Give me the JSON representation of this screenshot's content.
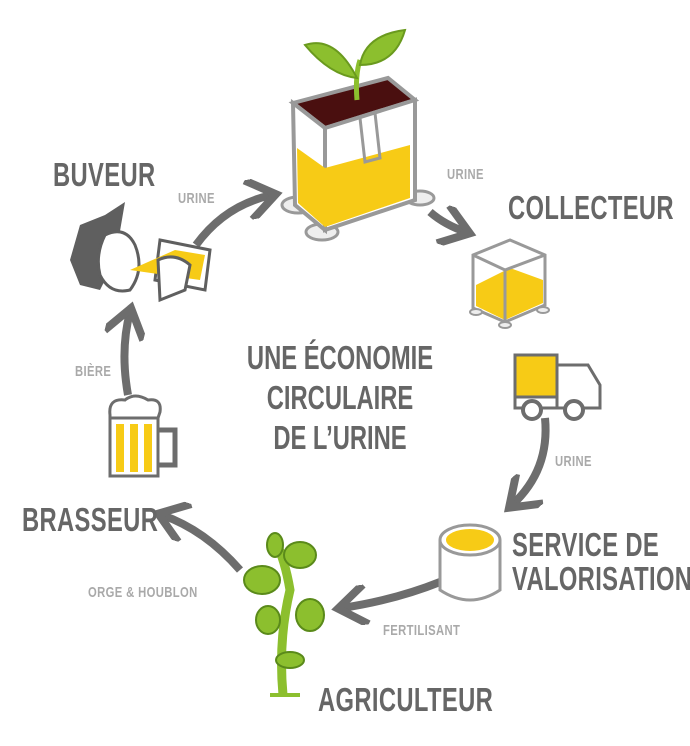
{
  "title": [
    "UNE ÉCONOMIE",
    "CIRCULAIRE",
    "DE L’URINE"
  ],
  "nodes": {
    "buveur": "BUVEUR",
    "collecteur": "COLLECTEUR",
    "service": [
      "SERVICE DE",
      "VALORISATION"
    ],
    "agriculteur": "AGRICULTEUR",
    "brasseur": "BRASSEUR"
  },
  "flows": {
    "buveur_to_collecteur": "URINE",
    "collecteur_out": "URINE",
    "transport_to_service": "URINE",
    "service_to_agriculteur": "FERTILISANT",
    "agriculteur_to_brasseur": "ORGE & HOUBLON",
    "brasseur_to_buveur": "BIÈRE"
  },
  "colors": {
    "text": "#666666",
    "flow_text": "#a9a9a9",
    "arrow": "#6d6d6d",
    "yellow": "#f7cb16",
    "green": "#8cbf2e",
    "soil": "#4a0f0f"
  }
}
